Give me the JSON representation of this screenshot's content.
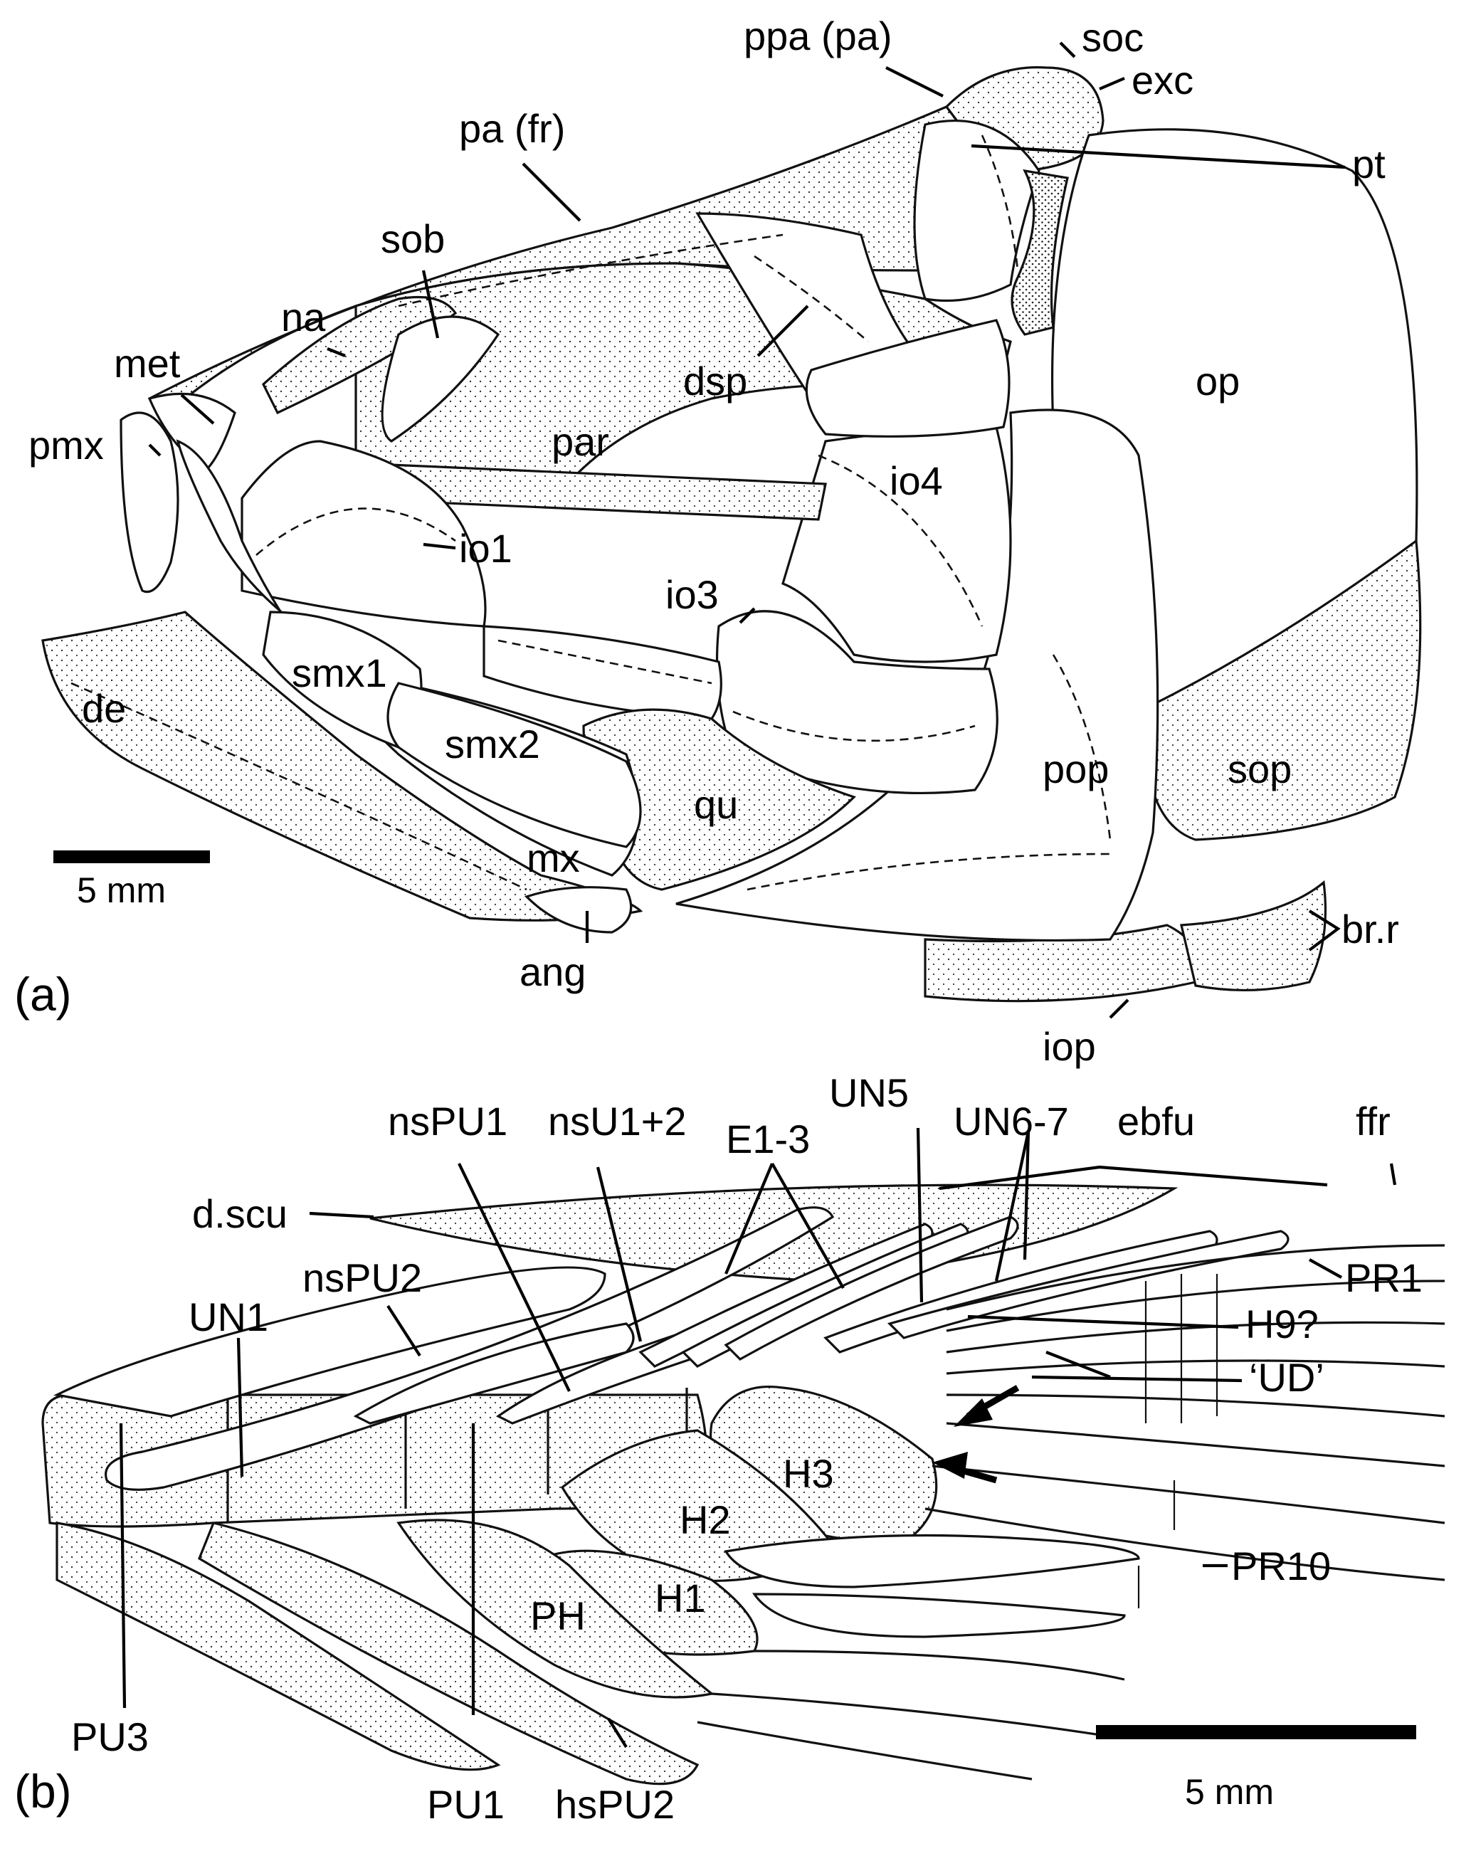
{
  "panels": {
    "a": {
      "panel_label": "(a)",
      "scale_bar": "5 mm",
      "labels": {
        "ppa": "ppa (pa)",
        "soc": "soc",
        "exc": "exc",
        "pa": "pa (fr)",
        "pt": "pt",
        "sob": "sob",
        "na": "na",
        "met": "met",
        "dsp": "dsp",
        "op": "op",
        "pmx": "pmx",
        "par": "par",
        "io4": "io4",
        "io1": "io1",
        "io3": "io3",
        "smx1": "smx1",
        "de": "de",
        "smx2": "smx2",
        "pop": "pop",
        "sop": "sop",
        "qu": "qu",
        "mx": "mx",
        "br_r": "br.r",
        "ang": "ang",
        "iop": "iop"
      }
    },
    "b": {
      "panel_label": "(b)",
      "scale_bar": "5 mm",
      "labels": {
        "nsPU1": "nsPU1",
        "nsU1_2": "nsU1+2",
        "UN5": "UN5",
        "E1_3": "E1-3",
        "UN6_7": "UN6-7",
        "ebfu": "ebfu",
        "ffr": "ffr",
        "d_scu": "d.scu",
        "nsPU2": "nsPU2",
        "PR1": "PR1",
        "UN1": "UN1",
        "H9": "H9?",
        "UD": "‘UD’",
        "H3": "H3",
        "H2": "H2",
        "PR10": "PR10",
        "PH": "PH",
        "H1": "H1",
        "PU3": "PU3",
        "PU1": "PU1",
        "hsPU2": "hsPU2"
      }
    }
  }
}
